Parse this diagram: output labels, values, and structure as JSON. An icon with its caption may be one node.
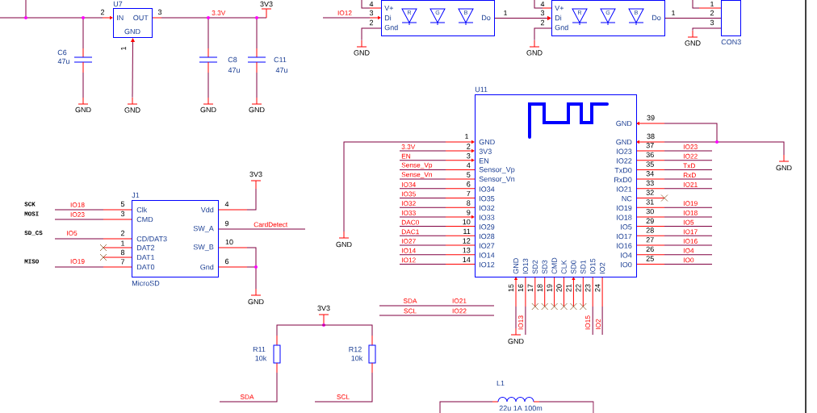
{
  "diagram": {
    "nodes": [
      {
        "text": [
          "U7",
          "IN",
          "OUT",
          "GND"
        ],
        "beside": [
          "2",
          "3",
          "1"
        ]
      },
      {
        "text": [
          "V+",
          "Di",
          "Gnd",
          "R",
          "G",
          "B",
          "Do"
        ],
        "beside": [
          "4",
          "3",
          "2",
          "1"
        ]
      },
      {
        "text": [
          "V+",
          "Di",
          "Gnd",
          "R",
          "G",
          "B",
          "Do"
        ],
        "beside": [
          "4",
          "3",
          "2",
          "1"
        ]
      },
      {
        "text": [
          "CON3"
        ],
        "beside": [
          "1",
          "2",
          "3"
        ]
      },
      {
        "text": [
          "J1",
          "Clk",
          "CMD",
          "CD/DAT3",
          "DAT2",
          "DAT1",
          "DAT0",
          "Vdd",
          "SW_A",
          "SW_B",
          "Gnd",
          "MicroSD"
        ],
        "beside": [
          "5",
          "4",
          "3",
          "9",
          "2",
          "1",
          "10",
          "8",
          "7",
          "6"
        ]
      },
      {
        "text": [
          "U11",
          "GND",
          "3V3",
          "EN",
          "Sensor_Vp",
          "Sensor_Vn",
          "IO34",
          "IO35",
          "IO32",
          "IO33",
          "IO29",
          "IO28",
          "IO27",
          "IO14",
          "IO12",
          "GND",
          "GND",
          "IO23",
          "IO22",
          "TxD0",
          "RxD0",
          "IO21",
          "NC",
          "IO19",
          "IO18",
          "IO5",
          "IO17",
          "IO16",
          "IO4",
          "IO0",
          "GND",
          "IO13",
          "SD2",
          "SD3",
          "CMD",
          "CLK",
          "SD0",
          "SD1",
          "IO15",
          "IO2"
        ],
        "beside": [
          "39",
          "1",
          "38",
          "2",
          "37",
          "3",
          "36",
          "4",
          "35",
          "5",
          "34",
          "6",
          "33",
          "7",
          "32",
          "8",
          "31",
          "9",
          "30",
          "10",
          "29",
          "11",
          "28",
          "12",
          "27",
          "13",
          "26",
          "14",
          "25",
          "15",
          "16",
          "17",
          "18",
          "19",
          "20",
          "21",
          "22",
          "23",
          "24",
          "IO13",
          "IO15",
          "IO2"
        ]
      },
      {
        "text": [
          "GND"
        ]
      },
      {
        "text": [
          "GND"
        ]
      },
      {
        "text": [
          "GND"
        ]
      },
      {
        "text": [
          "GND"
        ]
      }
    ],
    "edges": [
      {
        "from": 1,
        "to": 2,
        "arrow": "to"
      },
      {
        "from": 2,
        "to": 3,
        "arrow": "none"
      },
      {
        "from": 6,
        "to": 0,
        "arrow": "to"
      },
      {
        "from": 1,
        "to": 7,
        "arrow": "none"
      },
      {
        "from": 2,
        "to": 8,
        "arrow": "none"
      },
      {
        "from": 3,
        "to": 9,
        "arrow": "none"
      },
      {
        "from": 4,
        "to": null,
        "arrow": "none",
        "label": "CardDetect"
      }
    ],
    "labels": [
      "3.3V",
      "3V3",
      "C6",
      "47u",
      "C8",
      "47u",
      "C11",
      "47u",
      "GND",
      "GND",
      "GND",
      "IO12",
      "3V3",
      "SCK",
      "IO18",
      "MOSI",
      "IO23",
      "SD_CS",
      "IO5",
      "MISO",
      "IO19",
      "GND",
      "3.3V",
      "IO23",
      "EN",
      "IO22",
      "Sense_Vp",
      "TxD",
      "Sense_Vn",
      "RxD",
      "IO34",
      "IO21",
      "IO35",
      "IO32",
      "IO19",
      "IO33",
      "IO18",
      "DAC0",
      "IO5",
      "DAC1",
      "IO17",
      "IO27",
      "IO16",
      "IO14",
      "IO4",
      "IO12",
      "IO0",
      "GND",
      "GND",
      "GND",
      "SDA",
      "IO21",
      "SCL",
      "IO22",
      "3V3",
      "R11",
      "10k",
      "R12",
      "10k",
      "SDA",
      "SCL",
      "L1",
      "22u 1A 100m"
    ]
  }
}
